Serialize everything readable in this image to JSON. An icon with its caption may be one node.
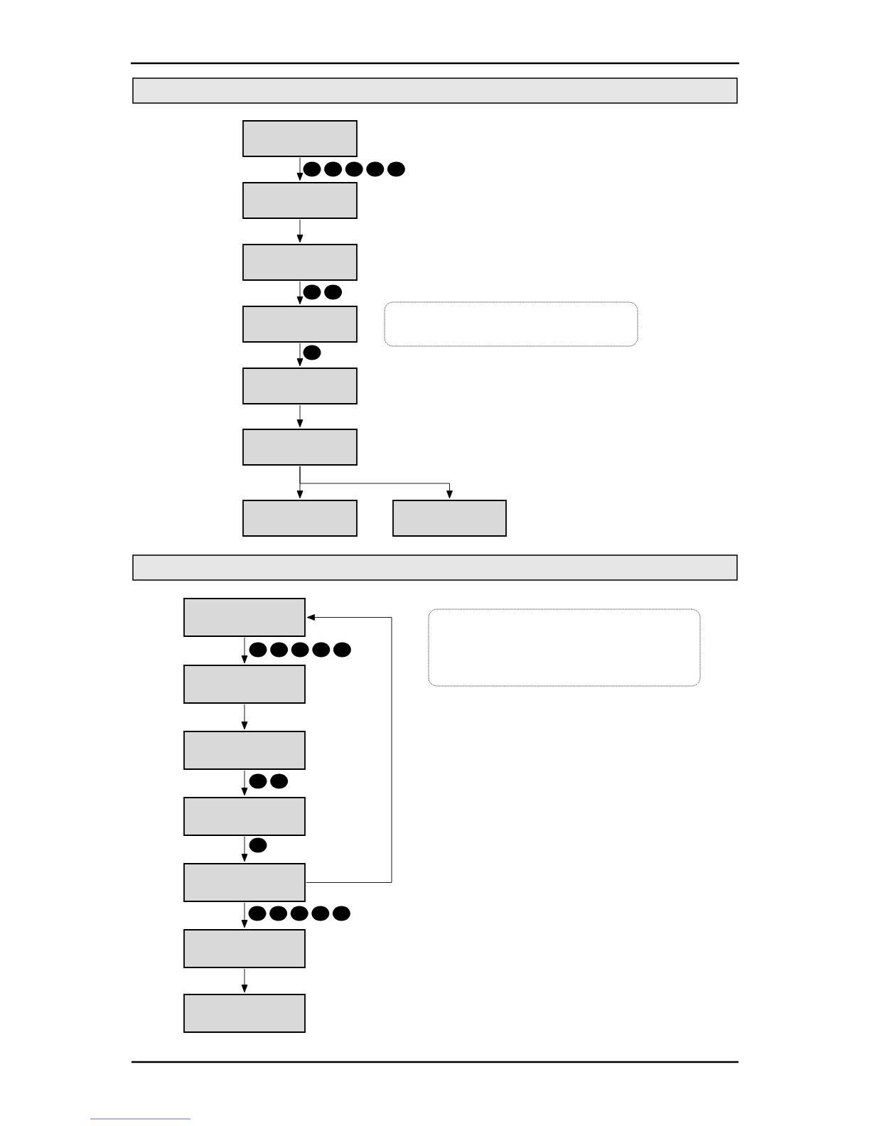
{
  "diagram": {
    "nodes": [
      {
        "text": [],
        "shape": "bar"
      },
      {
        "text": [],
        "shape": "box"
      },
      {
        "text": [],
        "shape": "box"
      },
      {
        "text": [],
        "shape": "box"
      },
      {
        "text": [],
        "shape": "box"
      },
      {
        "text": [],
        "shape": "box"
      },
      {
        "text": [],
        "shape": "box"
      },
      {
        "text": [],
        "shape": "box"
      },
      {
        "text": [],
        "shape": "box"
      },
      {
        "text": [],
        "shape": "note"
      },
      {
        "text": [],
        "shape": "bar"
      },
      {
        "text": [],
        "shape": "box"
      },
      {
        "text": [],
        "shape": "box"
      },
      {
        "text": [],
        "shape": "box"
      },
      {
        "text": [],
        "shape": "box"
      },
      {
        "text": [],
        "shape": "box"
      },
      {
        "text": [],
        "shape": "box"
      },
      {
        "text": [],
        "shape": "box"
      },
      {
        "text": [],
        "shape": "note"
      }
    ],
    "edges": [
      {
        "from": 1,
        "to": 2,
        "arrow": "to"
      },
      {
        "from": 2,
        "to": 3,
        "arrow": "to"
      },
      {
        "from": 3,
        "to": 4,
        "arrow": "to"
      },
      {
        "from": 4,
        "to": 5,
        "arrow": "to"
      },
      {
        "from": 5,
        "to": 6,
        "arrow": "to"
      },
      {
        "from": 6,
        "to": 7,
        "arrow": "to"
      },
      {
        "from": 6,
        "to": 8,
        "arrow": "to"
      },
      {
        "from": 11,
        "to": 12,
        "arrow": "to"
      },
      {
        "from": 12,
        "to": 13,
        "arrow": "to"
      },
      {
        "from": 13,
        "to": 14,
        "arrow": "to"
      },
      {
        "from": 14,
        "to": 15,
        "arrow": "to"
      },
      {
        "from": 15,
        "to": 11,
        "arrow": "to"
      },
      {
        "from": 15,
        "to": 16,
        "arrow": "to"
      },
      {
        "from": 16,
        "to": 17,
        "arrow": "to"
      }
    ]
  }
}
